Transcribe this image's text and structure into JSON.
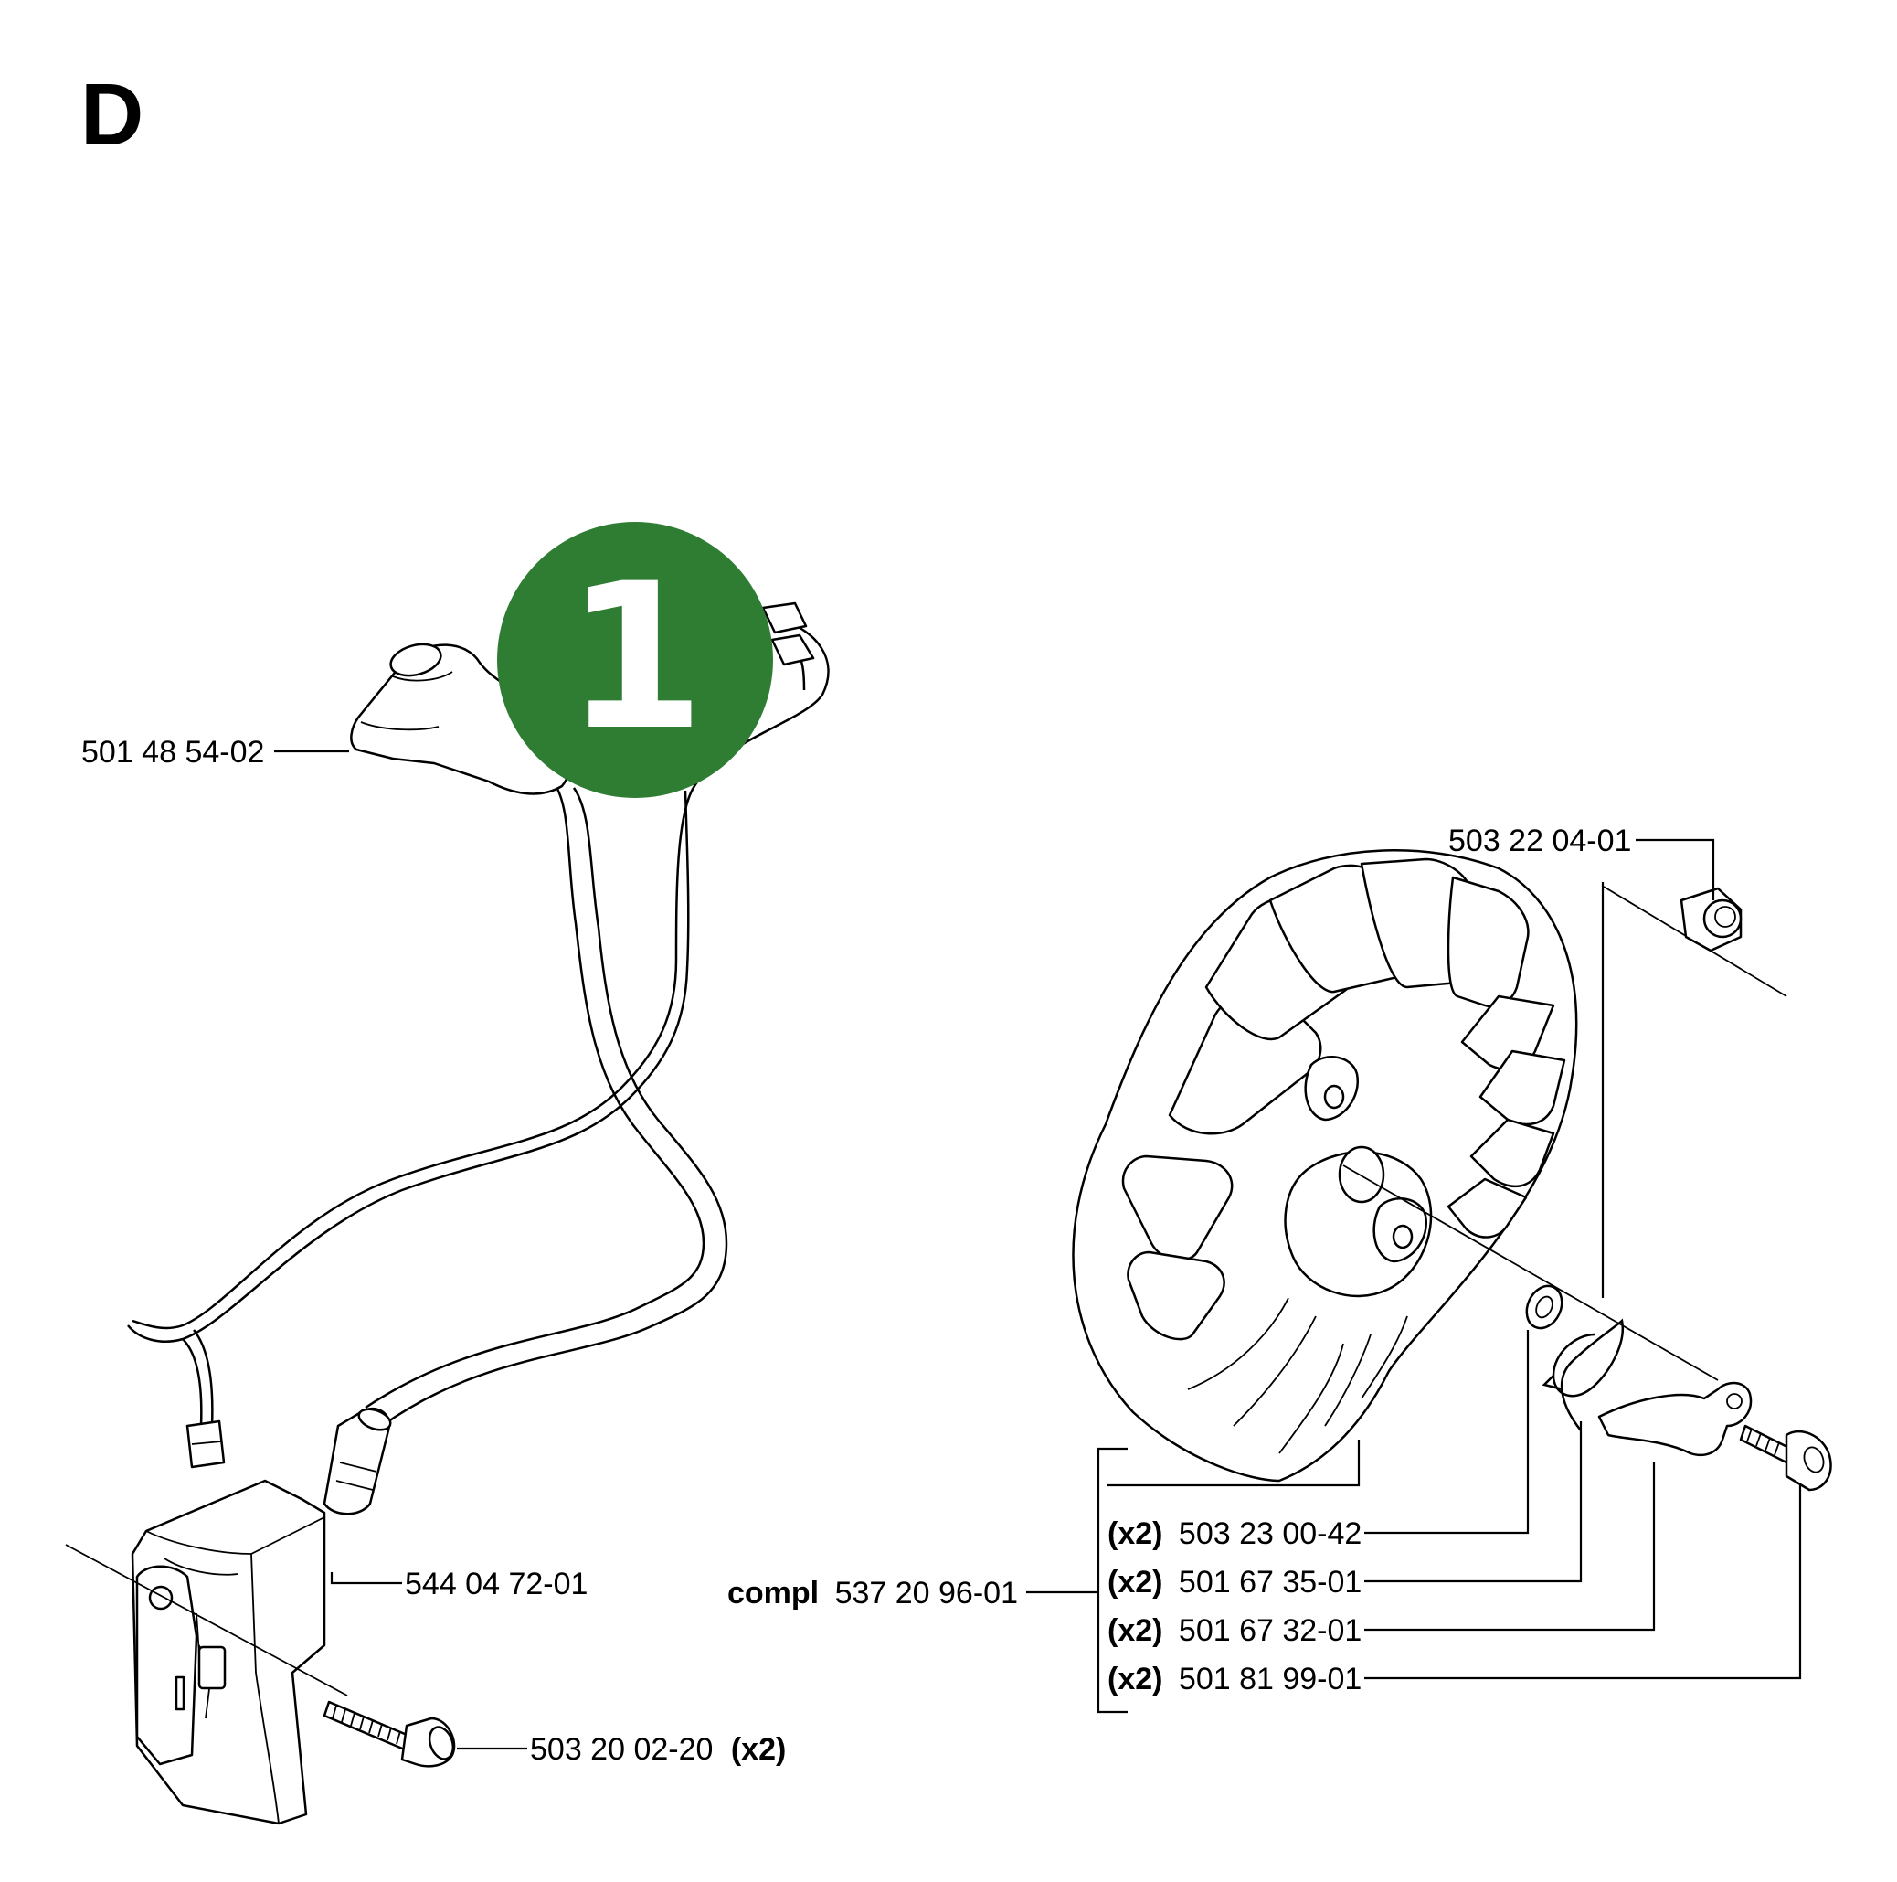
{
  "section_letter": "D",
  "callout_number": "1",
  "colors": {
    "badge": "#2e7d32",
    "badge_text": "#ffffff",
    "ink": "#000000"
  },
  "labels": {
    "spark_plug_cap": {
      "part": "501 48 54-02"
    },
    "ignition_module": {
      "part": "544 04 72-01"
    },
    "module_screw": {
      "part": "503 20 02-20",
      "qty": "(x2)"
    },
    "flywheel_nut": {
      "part": "503 22 04-01"
    },
    "flywheel_compl": {
      "prefix": "compl",
      "part": "537 20 96-01"
    },
    "washer": {
      "qty": "(x2)",
      "part": "503 23 00-42"
    },
    "pawl_spring": {
      "qty": "(x2)",
      "part": "501 67 35-01"
    },
    "starter_pawl": {
      "qty": "(x2)",
      "part": "501 67 32-01"
    },
    "pawl_screw": {
      "qty": "(x2)",
      "part": "501 81 99-01"
    }
  }
}
